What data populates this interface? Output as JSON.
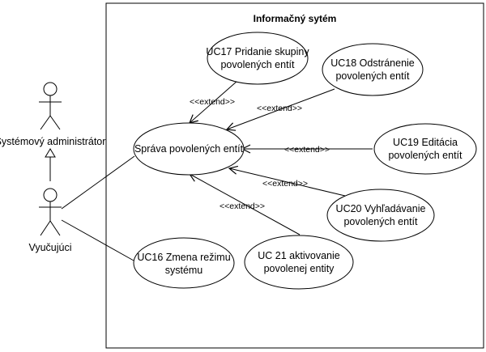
{
  "system": {
    "title": "Informačný sytém"
  },
  "actors": {
    "admin": "Systémový administrátor",
    "teacher": "Vyučujúci"
  },
  "use_cases": {
    "main": [
      "Správa povolených entít"
    ],
    "uc16": [
      "UC16 Zmena režimu",
      "systému"
    ],
    "uc17": [
      "UC17 Pridanie skupiny",
      "povolených entít"
    ],
    "uc18": [
      "UC18 Odstránenie",
      "povolených entít"
    ],
    "uc19": [
      "UC19 Editácia",
      "povolených entít"
    ],
    "uc20": [
      "UC20 Vyhľadávanie",
      "povolených entít"
    ],
    "uc21": [
      "UC 21 aktivovanie",
      "povolenej entity"
    ]
  },
  "relations": {
    "extend_label": "<<extend>>"
  }
}
